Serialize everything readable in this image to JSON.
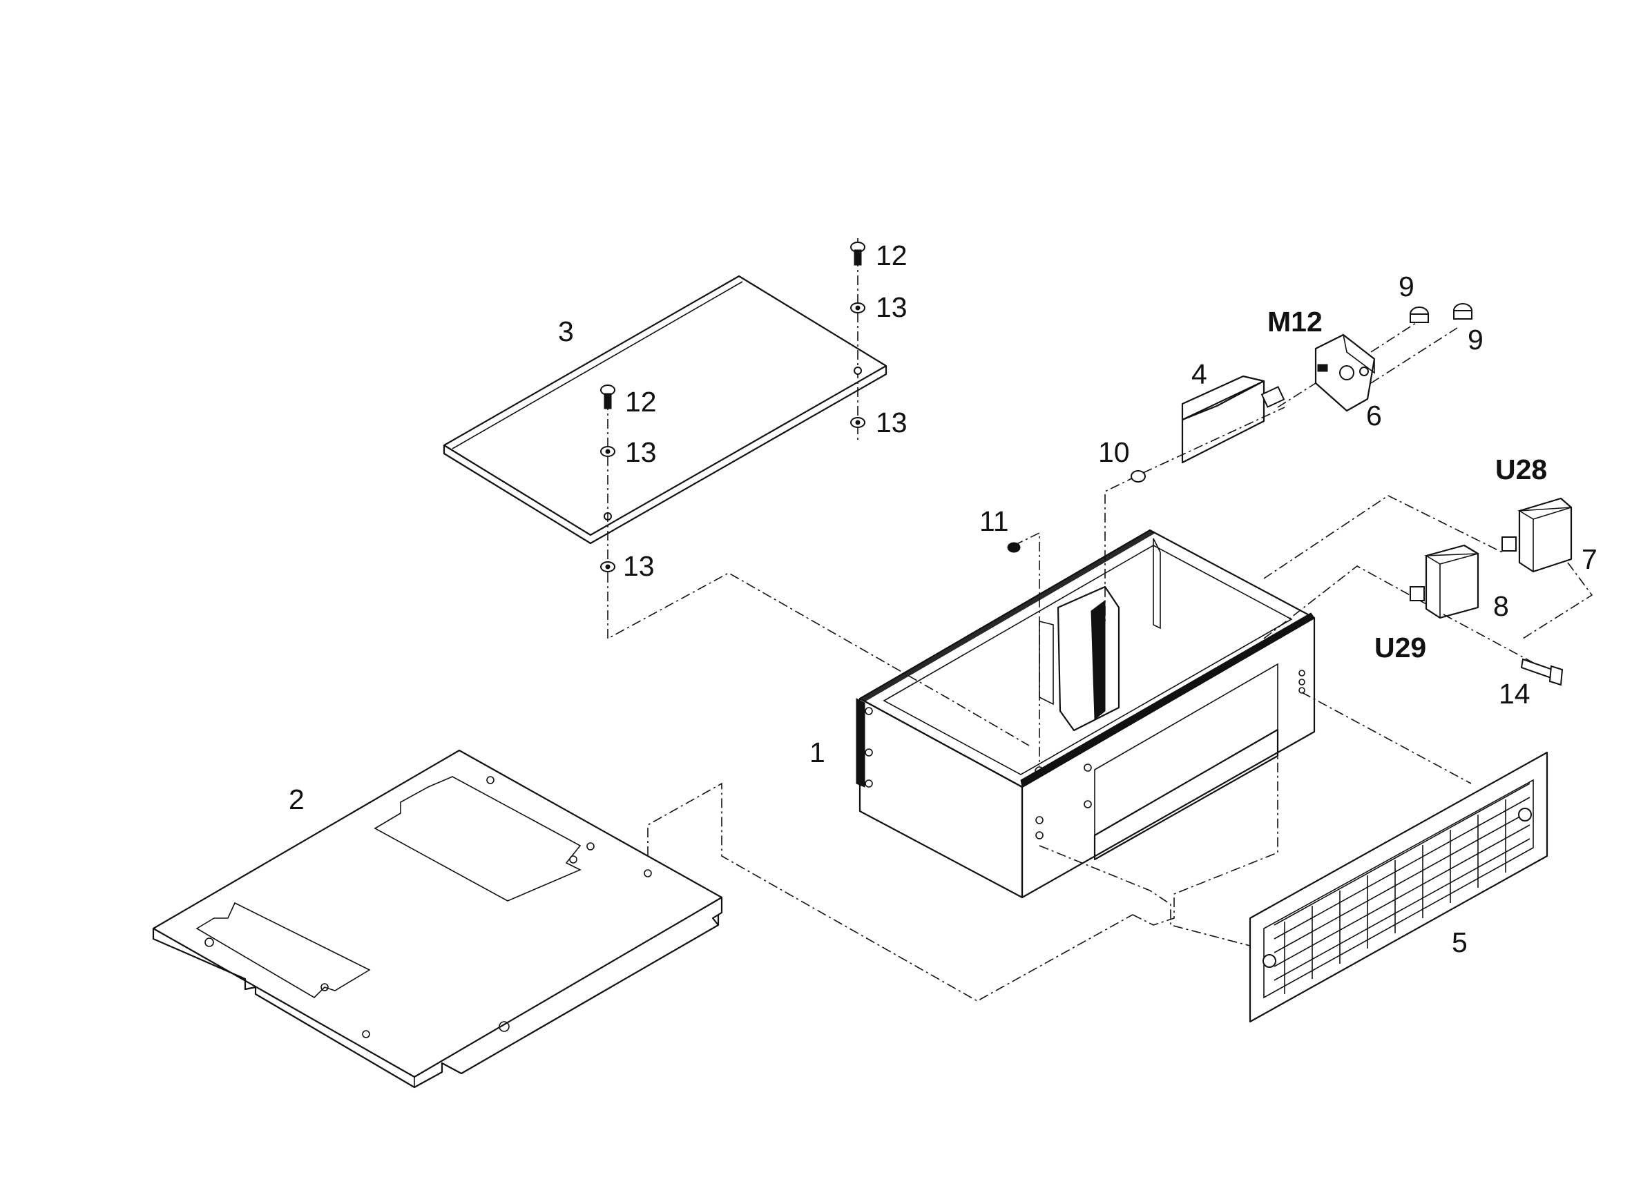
{
  "callouts": {
    "c1": "1",
    "c2": "2",
    "c3": "3",
    "c4": "4",
    "c5": "5",
    "c6": "6",
    "c7": "7",
    "c8": "8",
    "c9a": "9",
    "c9b": "9",
    "c10": "10",
    "c11": "11",
    "c12a": "12",
    "c12b": "12",
    "c13a": "13",
    "c13b": "13",
    "c13c": "13",
    "c13d": "13",
    "c14": "14",
    "m12": "M12",
    "u28": "U28",
    "u29": "U29"
  }
}
